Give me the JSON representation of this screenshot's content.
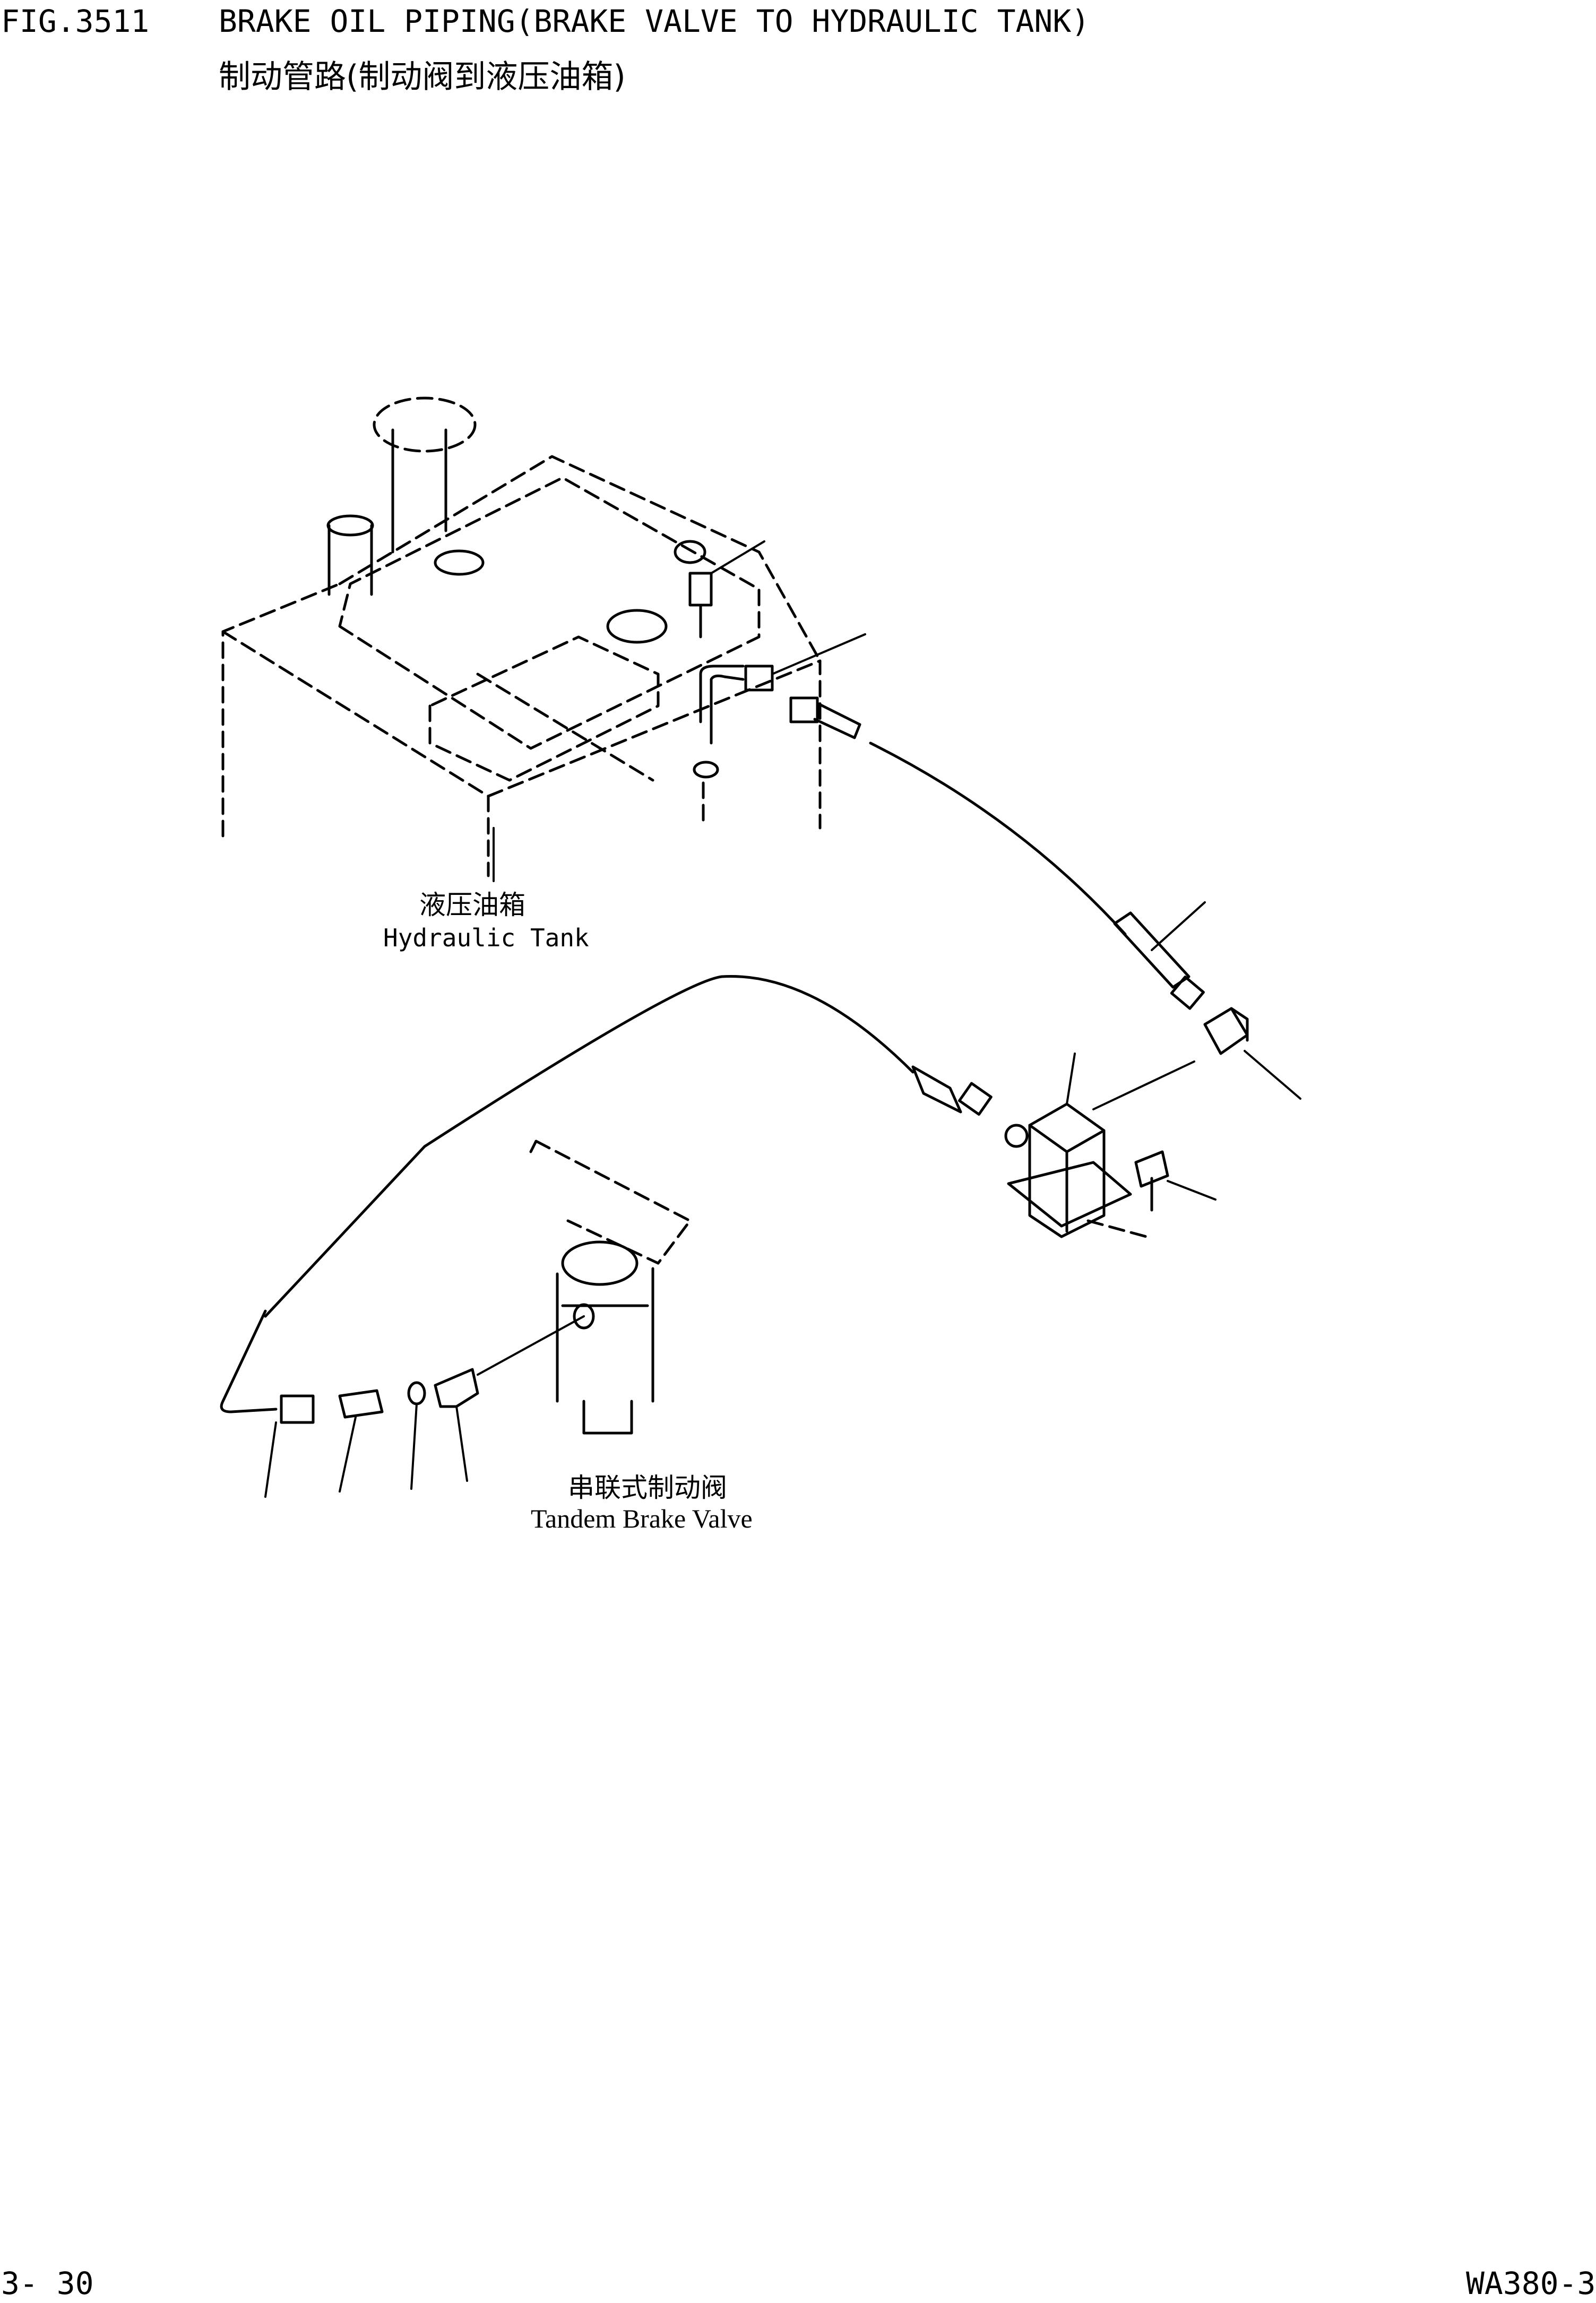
{
  "header": {
    "fig_number": "FIG.3511",
    "title_en": "BRAKE OIL PIPING(BRAKE VALVE TO HYDRAULIC TANK)",
    "title_cn": "制动管路(制动阀到液压油箱)"
  },
  "labels": {
    "hydraulic_tank_cn": "液压油箱",
    "hydraulic_tank_en": "Hydraulic Tank",
    "tandem_brake_valve_cn": "串联式制动阀",
    "tandem_brake_valve_en": "Tandem Brake Valve"
  },
  "footer": {
    "page_number": "3- 30",
    "model": "WA380-3"
  }
}
